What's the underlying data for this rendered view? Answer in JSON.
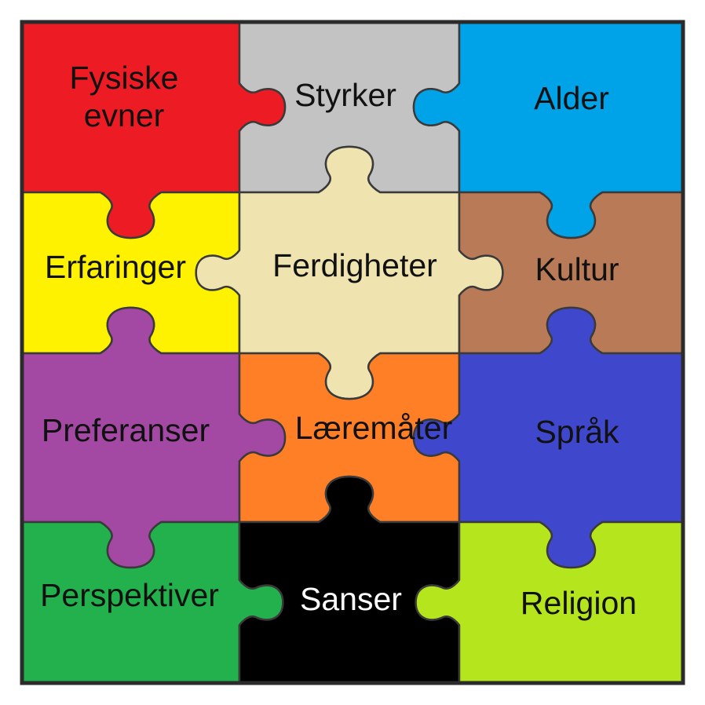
{
  "pieces": [
    {
      "id": "fysiske-evner",
      "lines": [
        "Fysiske",
        "evner"
      ],
      "color": "#ED1C24",
      "text_color": "#111111"
    },
    {
      "id": "styrker",
      "lines": [
        "Styrker"
      ],
      "color": "#C3C3C3",
      "text_color": "#111111"
    },
    {
      "id": "alder",
      "lines": [
        "Alder"
      ],
      "color": "#00A2E8",
      "text_color": "#111111"
    },
    {
      "id": "erfaringer",
      "lines": [
        "Erfaringer"
      ],
      "color": "#FFF200",
      "text_color": "#111111"
    },
    {
      "id": "ferdigheter",
      "lines": [
        "Ferdigheter"
      ],
      "color": "#EFE4B0",
      "text_color": "#111111"
    },
    {
      "id": "kultur",
      "lines": [
        "Kultur"
      ],
      "color": "#B97A57",
      "text_color": "#111111"
    },
    {
      "id": "preferanser",
      "lines": [
        "Preferanser"
      ],
      "color": "#A349A4",
      "text_color": "#111111"
    },
    {
      "id": "laeremater",
      "lines": [
        "Læremåter"
      ],
      "color": "#FF7F27",
      "text_color": "#111111"
    },
    {
      "id": "sprak",
      "lines": [
        "Språk"
      ],
      "color": "#3F48CC",
      "text_color": "#111111"
    },
    {
      "id": "perspektiver",
      "lines": [
        "Perspektiver"
      ],
      "color": "#22B14C",
      "text_color": "#111111"
    },
    {
      "id": "sanser",
      "lines": [
        "Sanser"
      ],
      "color": "#000000",
      "text_color": "#FFFFFF"
    },
    {
      "id": "religion",
      "lines": [
        "Religion"
      ],
      "color": "#B5E61D",
      "text_color": "#111111"
    }
  ],
  "frame_color": "#2B2B2B"
}
